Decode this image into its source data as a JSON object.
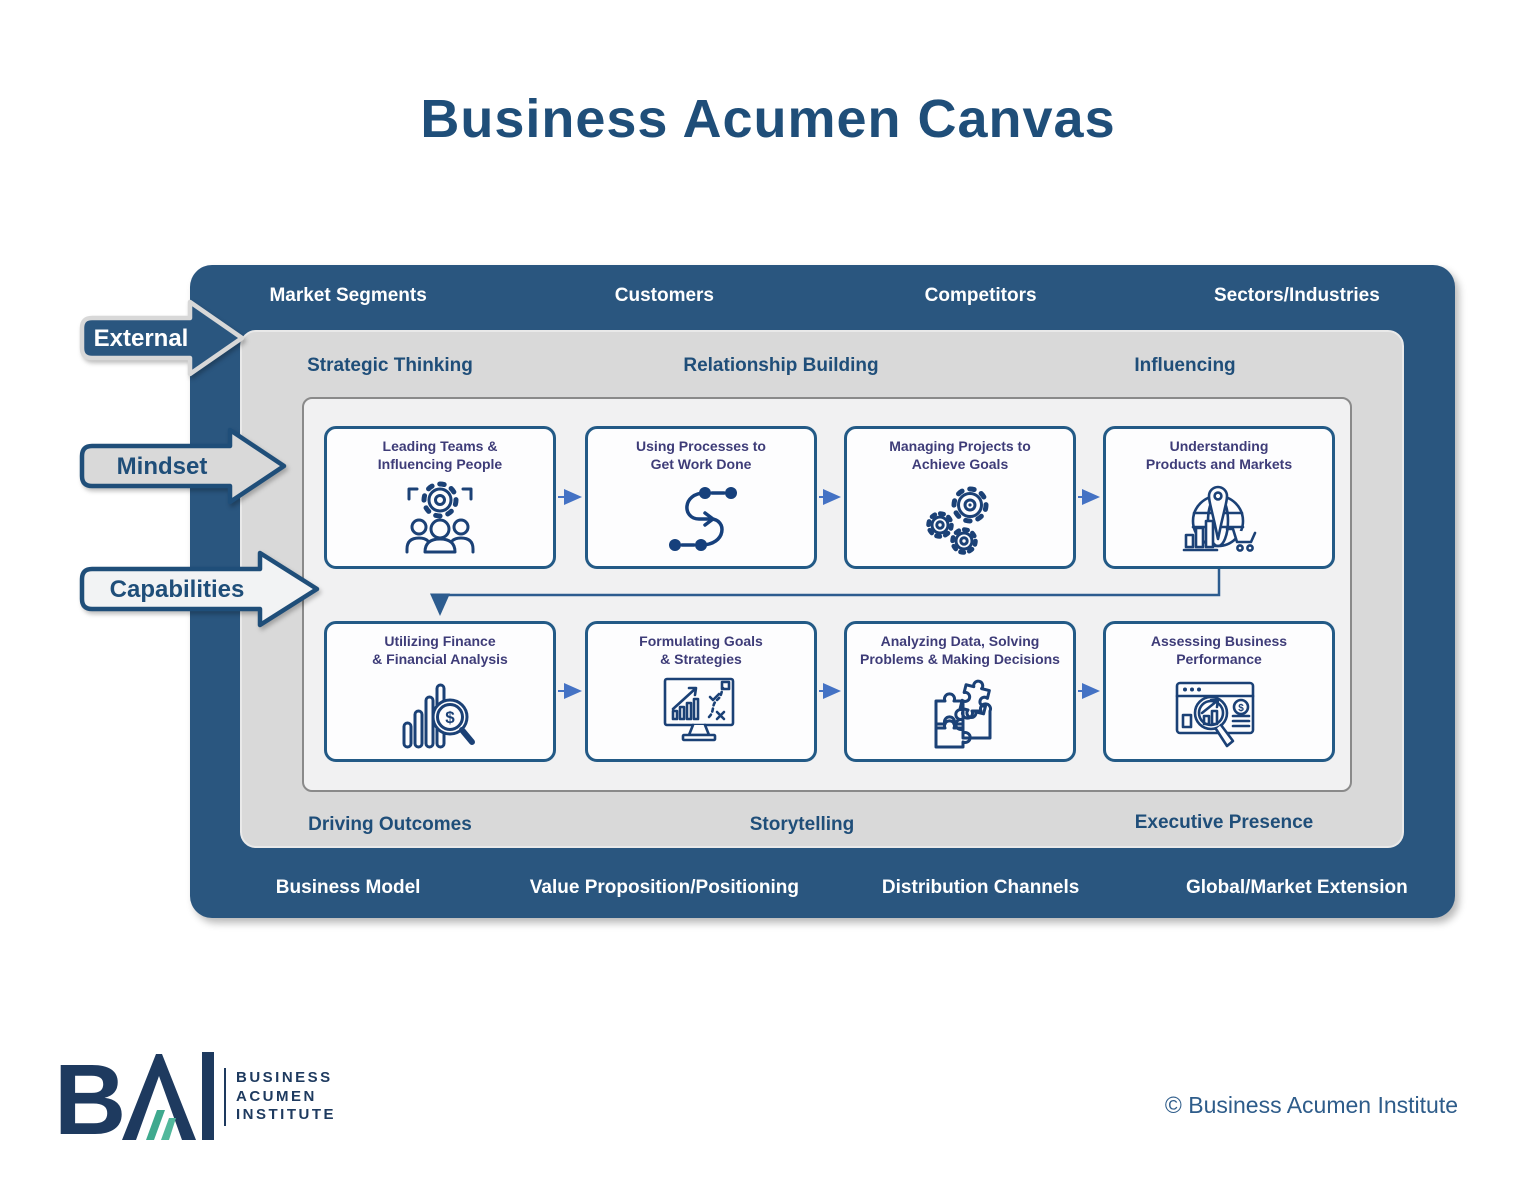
{
  "title": "Business Acumen Canvas",
  "footer": {
    "copyright": "© Business Acumen Institute"
  },
  "logo": {
    "letter_b": "B",
    "acronym": "BAI",
    "name_lines": [
      "BUSINESS",
      "ACUMEN",
      "INSTITUTE"
    ]
  },
  "side_arrows": [
    {
      "label": "External",
      "style": "navy-body-gray-outline"
    },
    {
      "label": "Mindset",
      "style": "gray-body-navy-outline"
    },
    {
      "label": "Capabilities",
      "style": "white-body-navy-outline"
    }
  ],
  "outer_ring_top": [
    "Market Segments",
    "Customers",
    "Competitors",
    "Sectors/Industries"
  ],
  "outer_ring_bottom": [
    "Business Model",
    "Value Proposition/Positioning",
    "Distribution Channels",
    "Global/Market Extension"
  ],
  "mindset_ring_top": [
    "Strategic Thinking",
    "Relationship Building",
    "Influencing"
  ],
  "mindset_ring_bottom": [
    "Driving Outcomes",
    "Storytelling",
    "Executive Presence"
  ],
  "cards": [
    {
      "title": "Leading Teams &\nInfluencing People",
      "icon": "team-gear-icon"
    },
    {
      "title": "Using Processes to\nGet Work Done",
      "icon": "process-flow-icon"
    },
    {
      "title": "Managing Projects to\nAchieve Goals",
      "icon": "gears-icon"
    },
    {
      "title": "Understanding\nProducts and Markets",
      "icon": "globe-market-icon"
    },
    {
      "title": "Utilizing Finance\n& Financial Analysis",
      "icon": "finance-magnifier-icon"
    },
    {
      "title": "Formulating Goals\n& Strategies",
      "icon": "strategy-monitor-icon"
    },
    {
      "title": "Analyzing Data, Solving\nProblems & Making Decisions",
      "icon": "puzzle-icon"
    },
    {
      "title": "Assessing Business\nPerformance",
      "icon": "performance-audit-icon"
    }
  ],
  "icon_glyphs": {
    "dollar": "$"
  },
  "colors": {
    "canvas_navy": "#2a567f",
    "border_navy": "#235a86",
    "title_blue": "#1f4e79",
    "band_gray": "#d9d9d9",
    "inner_bg": "#f1f1f2",
    "card_title_indigo": "#3e3c78",
    "icon_stroke": "#1b4176",
    "flow_arrow_blue": "#4472c4",
    "elbow_arrow_blue": "#2d5c8f",
    "logo_teal": "#3fa98e",
    "copyright_blue": "#2e5c8a"
  }
}
